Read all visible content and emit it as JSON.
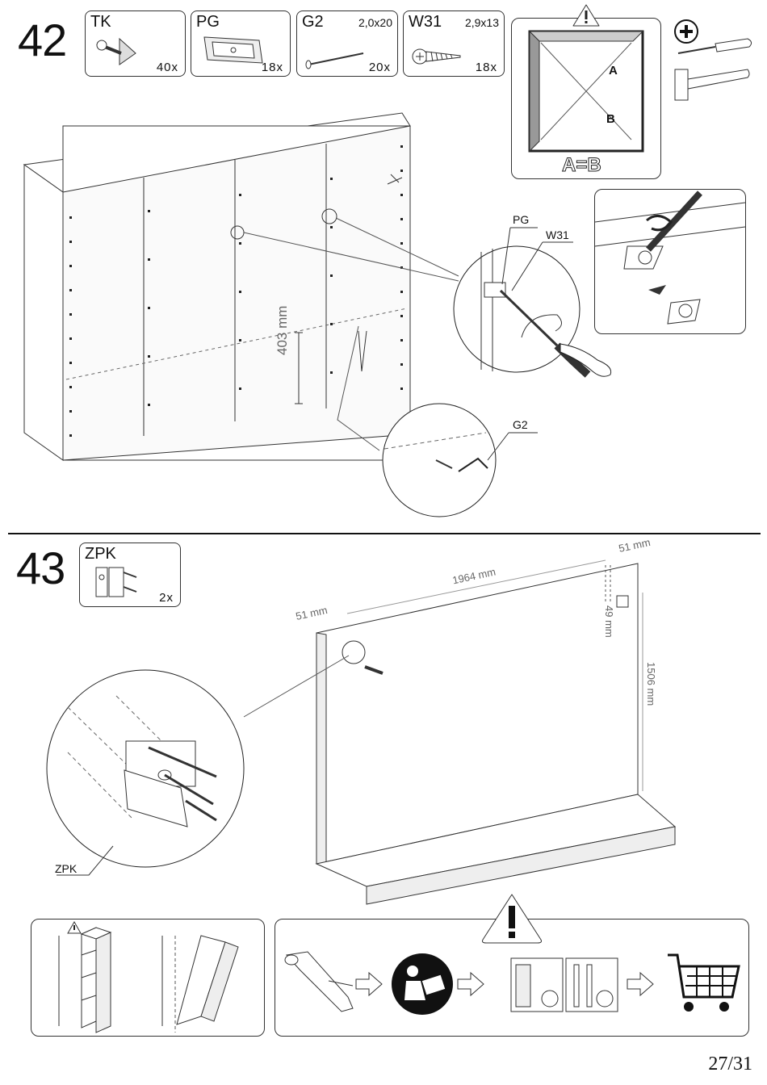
{
  "step42": {
    "number": "42",
    "parts": [
      {
        "code": "TK",
        "size": "",
        "qty": "40x",
        "icon": "bracket-screw-icon"
      },
      {
        "code": "PG",
        "size": "",
        "qty": "18x",
        "icon": "plate-icon"
      },
      {
        "code": "G2",
        "size": "2,0x20",
        "qty": "20x",
        "icon": "nail-icon"
      },
      {
        "code": "W31",
        "size": "2,9x13",
        "qty": "18x",
        "icon": "screw-icon"
      }
    ],
    "square_check": {
      "a": "A",
      "b": "B",
      "rule": "A=B"
    },
    "callouts": {
      "pg": "PG",
      "w31": "W31",
      "g2": "G2"
    },
    "dimension": "403 mm"
  },
  "step43": {
    "number": "43",
    "parts": [
      {
        "code": "ZPK",
        "size": "",
        "qty": "2x",
        "icon": "hanging-bracket-icon"
      }
    ],
    "dimensions": {
      "left_offset": "51 mm",
      "right_offset": "51 mm",
      "width": "1964 mm",
      "top_offset": "49 mm",
      "height": "1506 mm"
    },
    "callout": "ZPK"
  },
  "page_number": "27/31"
}
